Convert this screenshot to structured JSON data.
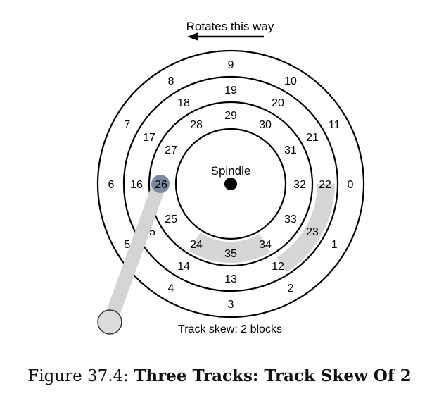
{
  "diagram": {
    "rotation_label": "Rotates this way",
    "spindle_label": "Spindle",
    "skew_label": "Track skew: 2 blocks",
    "tracks": [
      {
        "name": "outer",
        "blocks": [
          "0",
          "1",
          "2",
          "3",
          "4",
          "5",
          "6",
          "7",
          "8",
          "9",
          "10",
          "11"
        ]
      },
      {
        "name": "middle",
        "blocks": [
          "22",
          "23",
          "12",
          "13",
          "14",
          "15",
          "16",
          "17",
          "18",
          "19",
          "20",
          "21"
        ]
      },
      {
        "name": "inner",
        "blocks": [
          "32",
          "33",
          "34",
          "35",
          "24",
          "25",
          "26",
          "27",
          "28",
          "29",
          "30",
          "31"
        ]
      }
    ],
    "head_block": "26",
    "colors": {
      "highlight": "#d6d6d6",
      "arm": "#d4d4d4",
      "head": "#7b8aa0",
      "line": "#000000"
    }
  },
  "caption": {
    "prefix": "Figure 37.4: ",
    "title": "Three Tracks: Track Skew Of 2"
  }
}
